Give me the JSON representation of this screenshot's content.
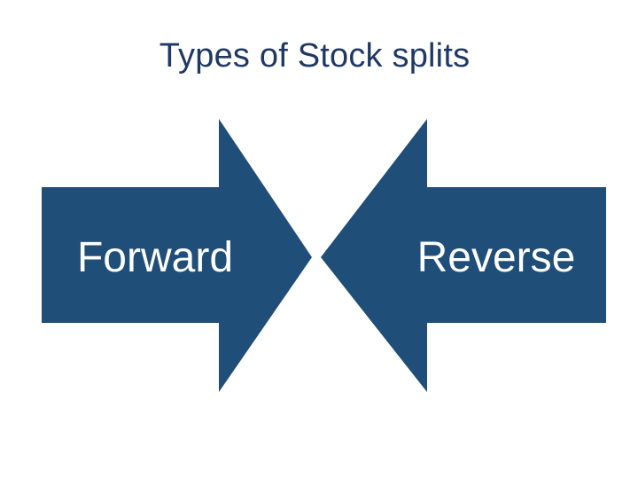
{
  "slide": {
    "title": "Types of Stock splits",
    "background_color": "#ffffff",
    "title_color": "#1f3864"
  },
  "diagram": {
    "type": "two-opposing-block-arrows",
    "fill_color": "#1f4e79",
    "label_color": "#ffffff",
    "arrows": [
      {
        "id": "forward",
        "label": "Forward",
        "direction": "right",
        "tip_label": "arrow-right-icon"
      },
      {
        "id": "reverse",
        "label": "Reverse",
        "direction": "left",
        "tip_label": "arrow-left-icon"
      }
    ]
  }
}
